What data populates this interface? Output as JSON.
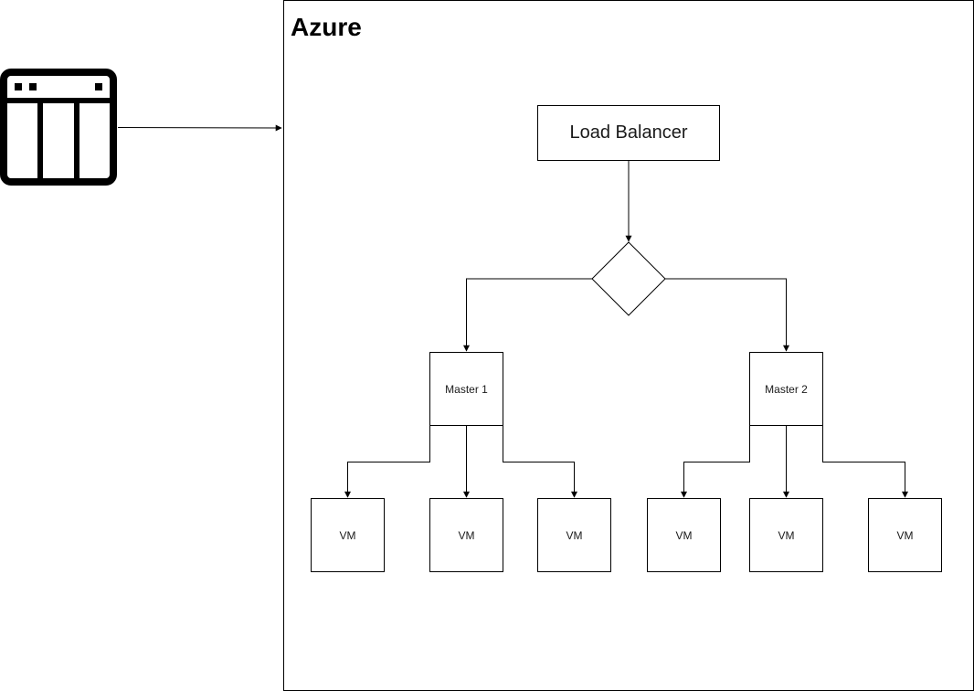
{
  "diagram": {
    "container": {
      "title": "Azure"
    },
    "client": {
      "icon": "browser-window-icon"
    },
    "load_balancer": {
      "label": "Load Balancer"
    },
    "router": {
      "shape": "diamond"
    },
    "masters": [
      {
        "label": "Master 1"
      },
      {
        "label": "Master 2"
      }
    ],
    "vms": [
      {
        "label": "VM",
        "master": "Master 1"
      },
      {
        "label": "VM",
        "master": "Master 1"
      },
      {
        "label": "VM",
        "master": "Master 1"
      },
      {
        "label": "VM",
        "master": "Master 2"
      },
      {
        "label": "VM",
        "master": "Master 2"
      },
      {
        "label": "VM",
        "master": "Master 2"
      }
    ]
  },
  "colors": {
    "stroke": "#000000",
    "text": "#1a1a1a",
    "background": "#ffffff"
  }
}
